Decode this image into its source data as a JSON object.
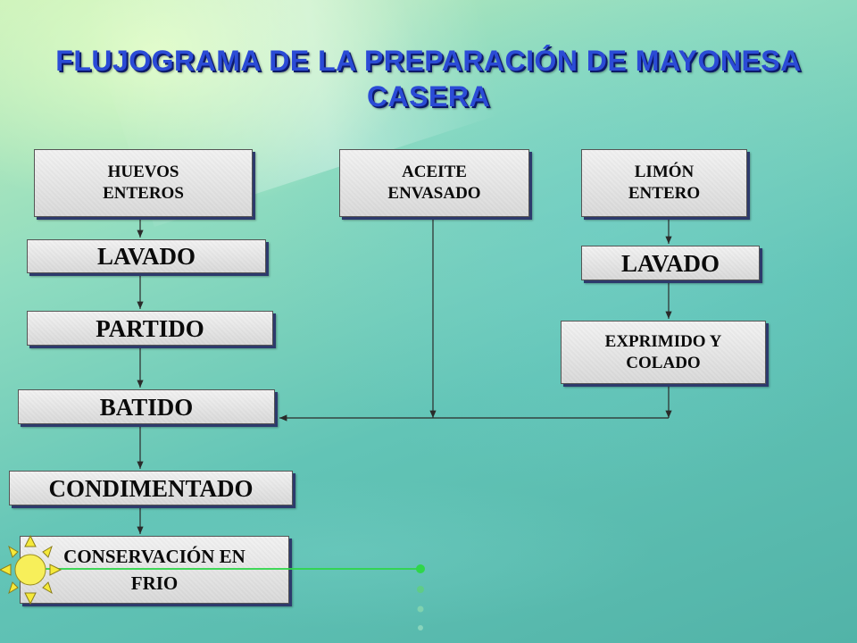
{
  "title": "FLUJOGRAMA DE LA PREPARACIÓN DE MAYONESA CASERA",
  "nodes": {
    "huevos": "HUEVOS ENTEROS",
    "lavado_huevos": "LAVADO",
    "partido": "PARTIDO",
    "batido": "BATIDO",
    "condimentado": "CONDIMENTADO",
    "conservacion": "CONSERVACIÓN EN FRIO",
    "aceite": "ACEITE ENVASADO",
    "limon": "LIMÓN ENTERO",
    "lavado_limon": "LAVADO",
    "exprimido": "EXPRIMIDO Y COLADO"
  },
  "colors": {
    "title": "#2b4bd6",
    "box_fill": "#e6e6e6",
    "box_shadow": "#2d3a6c",
    "arrow": "#2a2a2a",
    "sun": "#f5e93a"
  },
  "decor_icons": [
    "sun-icon"
  ]
}
